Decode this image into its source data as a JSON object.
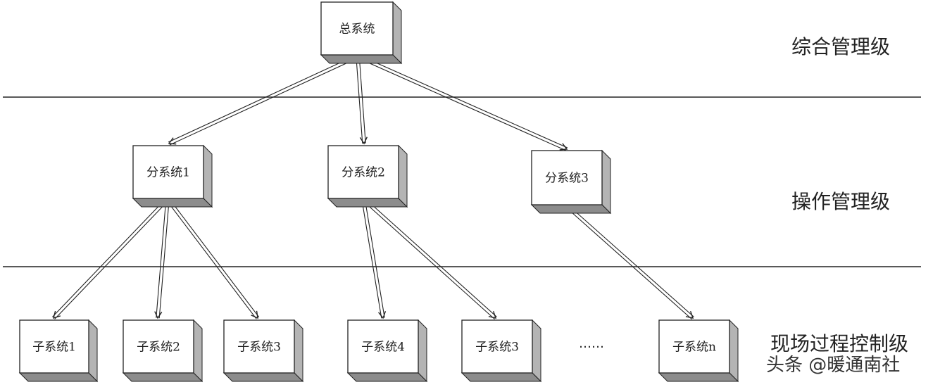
{
  "levels": {
    "top": "综合管理级",
    "middle": "操作管理级",
    "bottom": "现场过程控制级"
  },
  "nodes": {
    "root": "总系统",
    "sub1": "分系统1",
    "sub2": "分系统2",
    "sub3": "分系统3",
    "leaf1": "子系统1",
    "leaf2": "子系统2",
    "leaf3": "子系统3",
    "leaf4": "子系统4",
    "leaf5": "子系统3",
    "leafn": "子系统n"
  },
  "ellipsis": "……",
  "watermark": "头条 @暖通南社",
  "colors": {
    "box_face": "#ffffff",
    "box_side": "#b4b4b4",
    "box_bottom": "#8c8c8c",
    "stroke": "#222222"
  }
}
